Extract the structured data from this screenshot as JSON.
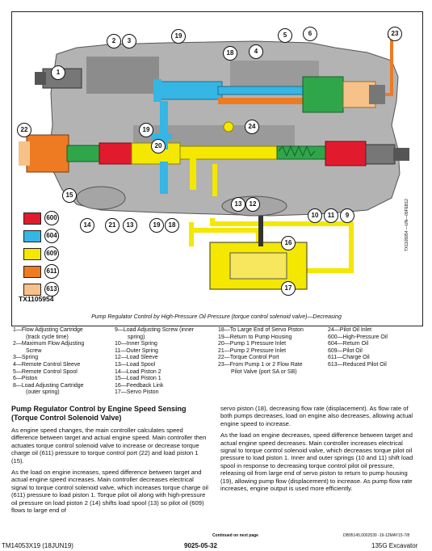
{
  "diagram": {
    "figure_id": "TX1105954",
    "side_code": "TX1105954 —UN—09FEB12",
    "caption": "Pump Regulator Control by High-Pressure Oil Pressure (torque control solenoid valve)—Decreasing",
    "callouts": {
      "c1": "1",
      "c2": "2",
      "c3": "3",
      "c4": "4",
      "c5": "5",
      "c6": "6",
      "c9": "9",
      "c10": "10",
      "c11": "11",
      "c12": "12",
      "c13": "13",
      "c14": "14",
      "c15": "15",
      "c16": "16",
      "c17": "17",
      "c18": "18",
      "c18b": "18",
      "c19": "19",
      "c19b": "19",
      "c19c": "19",
      "c20": "20",
      "c21": "21",
      "c22": "22",
      "c23": "23",
      "c24": "24"
    },
    "legend": [
      {
        "code": "600",
        "color": "#e11b2d"
      },
      {
        "code": "604",
        "color": "#35b6e5"
      },
      {
        "code": "609",
        "color": "#f4e700"
      },
      {
        "code": "611",
        "color": "#ee7a22"
      },
      {
        "code": "613",
        "color": "#f6c289"
      }
    ]
  },
  "legend_text": {
    "col1": [
      "1—Flow Adjusting Cartridge",
      "(track cycle time)",
      "2—Maximum Flow Adjusting",
      "Screw",
      "3—Spring",
      "4—Remote Control Sleeve",
      "5—Remote Control Spool",
      "6—Piston",
      "8—Load Adjusting Cartridge",
      "(outer spring)"
    ],
    "col2": [
      "9—Load Adjusting Screw (inner",
      "spring)",
      "10—Inner Spring",
      "11—Outer Spring",
      "12—Load Sleeve",
      "13—Load Spool",
      "14—Load Piston 2",
      "15—Load Piston 1",
      "16—Feedback Link",
      "17—Servo Piston"
    ],
    "col3": [
      "18—To Large End of Servo Piston",
      "19—Return to Pump Housing",
      "20—Pump 1 Pressure Inlet",
      "21—Pump 2 Pressure Inlet",
      "22—Torque Control Port",
      "23—From Pump 1 or 2 Flow Rate",
      "Pilot Valve (port SA or SB)"
    ],
    "col4": [
      "24—Pilot Oil Inlet",
      "600—High-Pressure Oil",
      "604—Return Oil",
      "609—Pilot Oil",
      "611—Charge Oil",
      "613—Reduced Pilot Oil"
    ]
  },
  "article": {
    "title": "Pump Regulator Control by Engine Speed Sensing (Torque Control Solenoid Valve)",
    "left_paragraphs": [
      "As engine speed changes, the main controller calculates speed difference between target and actual engine speed. Main controller then actuates torque control solenoid valve to increase or decrease torque charge oil (611) pressure to torque control port (22) and load piston 1 (15).",
      "As the load on engine increases, speed difference between target and actual engine speed increases. Main controller decreases electrical signal to torque control solenoid valve, which increases torque charge oil (611) pressure to load piston 1.  Torque pilot oil along with high-pressure oil pressure on load piston 2 (14) shifts load spool (13) so pilot oil (609) flows to large end of"
    ],
    "right_paragraphs": [
      "servo piston (18), decreasing flow rate (displacement). As flow rate of both pumps decreases, load on engine also decreases, allowing actual engine speed to increase.",
      "As the load on engine decreases, speed difference between target and actual engine speed decreases. Main controller increases electrical signal to torque control solenoid valve, which decreases torque pilot oil pressure to load piston 1. Inner and outer springs (10 and 11) shift load spool in response to decreasing torque control pilot oil pressure, releasing oil from large end of servo piston to return to pump housing (19), allowing pump flow (displacement) to increase. As pump flow rate increases, engine output is used more efficiently."
    ],
    "continued": "Continued on next page",
    "docref": "DB95145,0002539 -19-12MAY15-7/8"
  },
  "footer": {
    "left": "TM14053X19 (18JUN19)",
    "center": "9025-05-32",
    "right": "135G Excavator"
  }
}
